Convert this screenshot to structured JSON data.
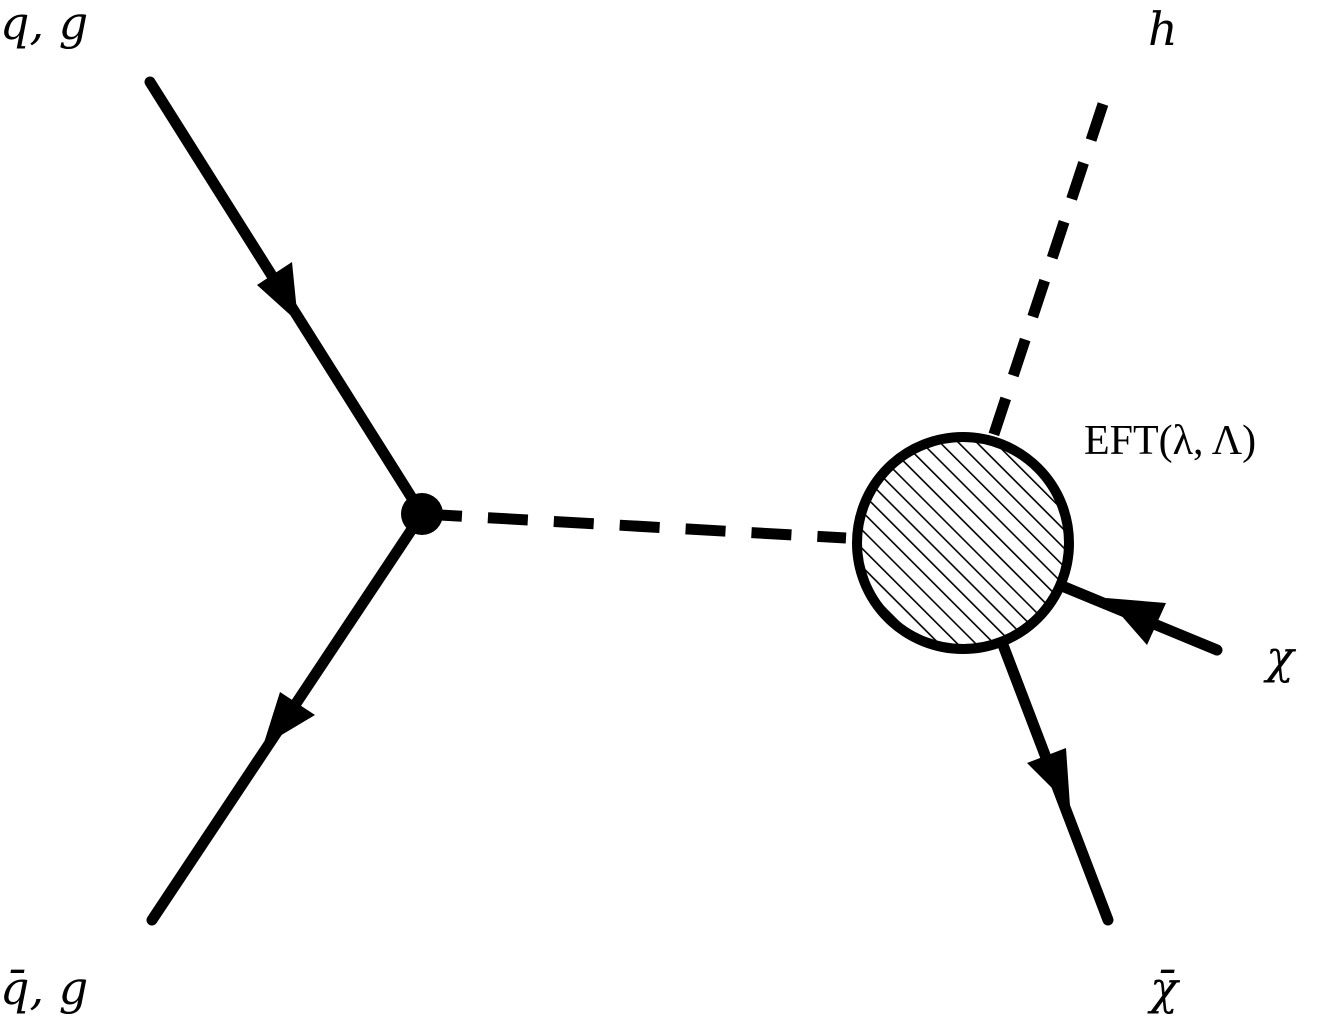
{
  "labels": {
    "in_top": "q, g",
    "in_bottom": "q̄, g",
    "out_higgs": "h",
    "eft_vertex": "EFT(λ, Λ)",
    "out_chi": "χ",
    "out_chibar": "χ̄"
  },
  "colors": {
    "line": "#000000",
    "background": "#ffffff"
  }
}
